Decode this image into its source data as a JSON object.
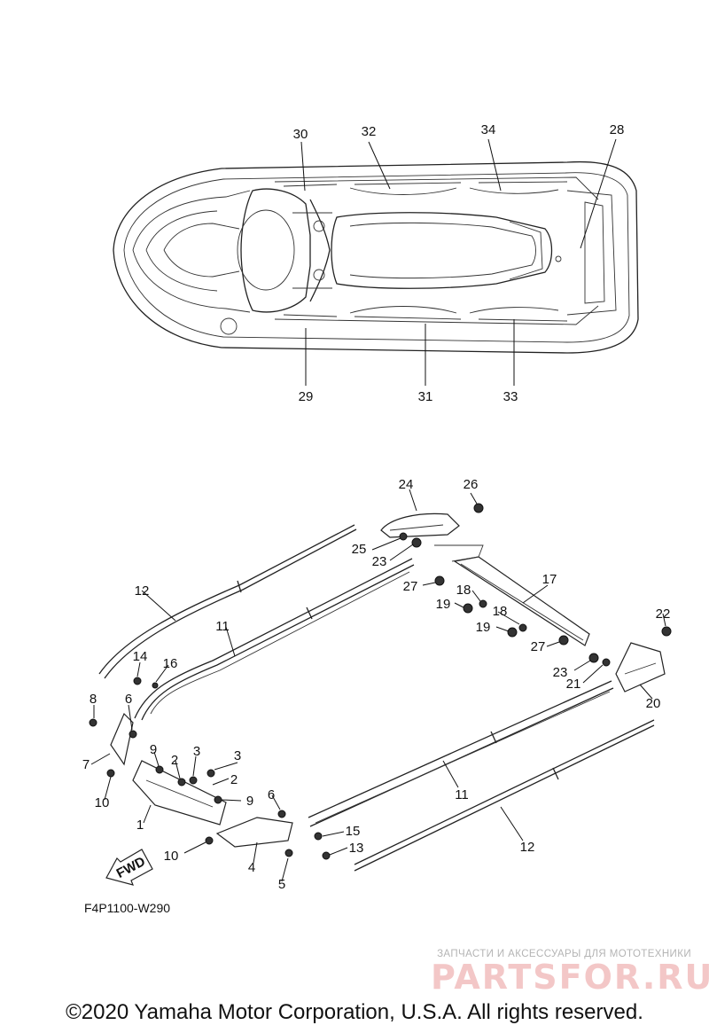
{
  "diagram": {
    "part_labels": [
      "30",
      "32",
      "34",
      "28",
      "29",
      "31",
      "33",
      "24",
      "26",
      "25",
      "23",
      "27",
      "17",
      "18",
      "19",
      "18",
      "19",
      "22",
      "27",
      "23",
      "21",
      "20",
      "12",
      "11",
      "14",
      "16",
      "8",
      "6",
      "7",
      "9",
      "2",
      "3",
      "3",
      "2",
      "10",
      "9",
      "1",
      "6",
      "15",
      "13",
      "10",
      "4",
      "5",
      "11",
      "12"
    ],
    "fwd_label": "FWD",
    "diagram_code": "F4P1100-W290"
  },
  "watermark": {
    "tagline": "ЗАПЧАСТИ И АКСЕССУАРЫ ДЛЯ МОТОТЕХНИКИ",
    "logo": "PARTSFOR.RU"
  },
  "footer": {
    "copyright": "©2020 Yamaha Motor Corporation, U.S.A. All rights reserved."
  },
  "colors": {
    "line": "#222222",
    "watermark_logo": "#f3c7c7",
    "watermark_text": "#b4b4b4"
  }
}
